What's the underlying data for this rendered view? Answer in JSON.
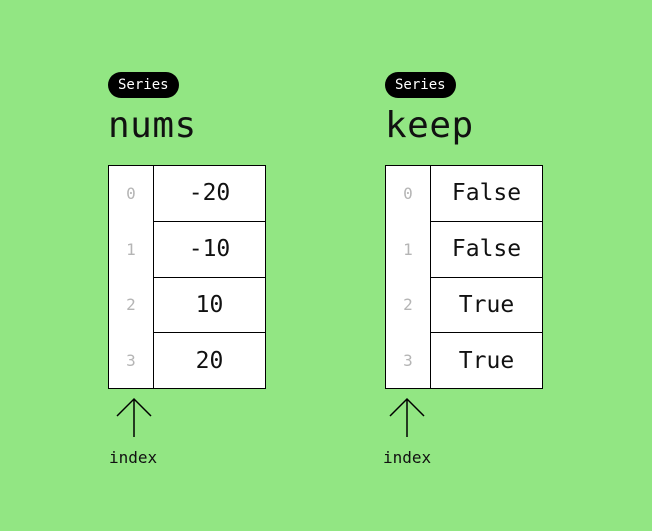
{
  "series": [
    {
      "badge": "Series",
      "name": "nums",
      "index": [
        "0",
        "1",
        "2",
        "3"
      ],
      "values": [
        "-20",
        "-10",
        "10",
        "20"
      ],
      "index_label": "index"
    },
    {
      "badge": "Series",
      "name": "keep",
      "index": [
        "0",
        "1",
        "2",
        "3"
      ],
      "values": [
        "False",
        "False",
        "True",
        "True"
      ],
      "index_label": "index"
    }
  ],
  "colors": {
    "background": "#92e683",
    "badge": "#000000",
    "index_text": "#b5b5b5"
  }
}
